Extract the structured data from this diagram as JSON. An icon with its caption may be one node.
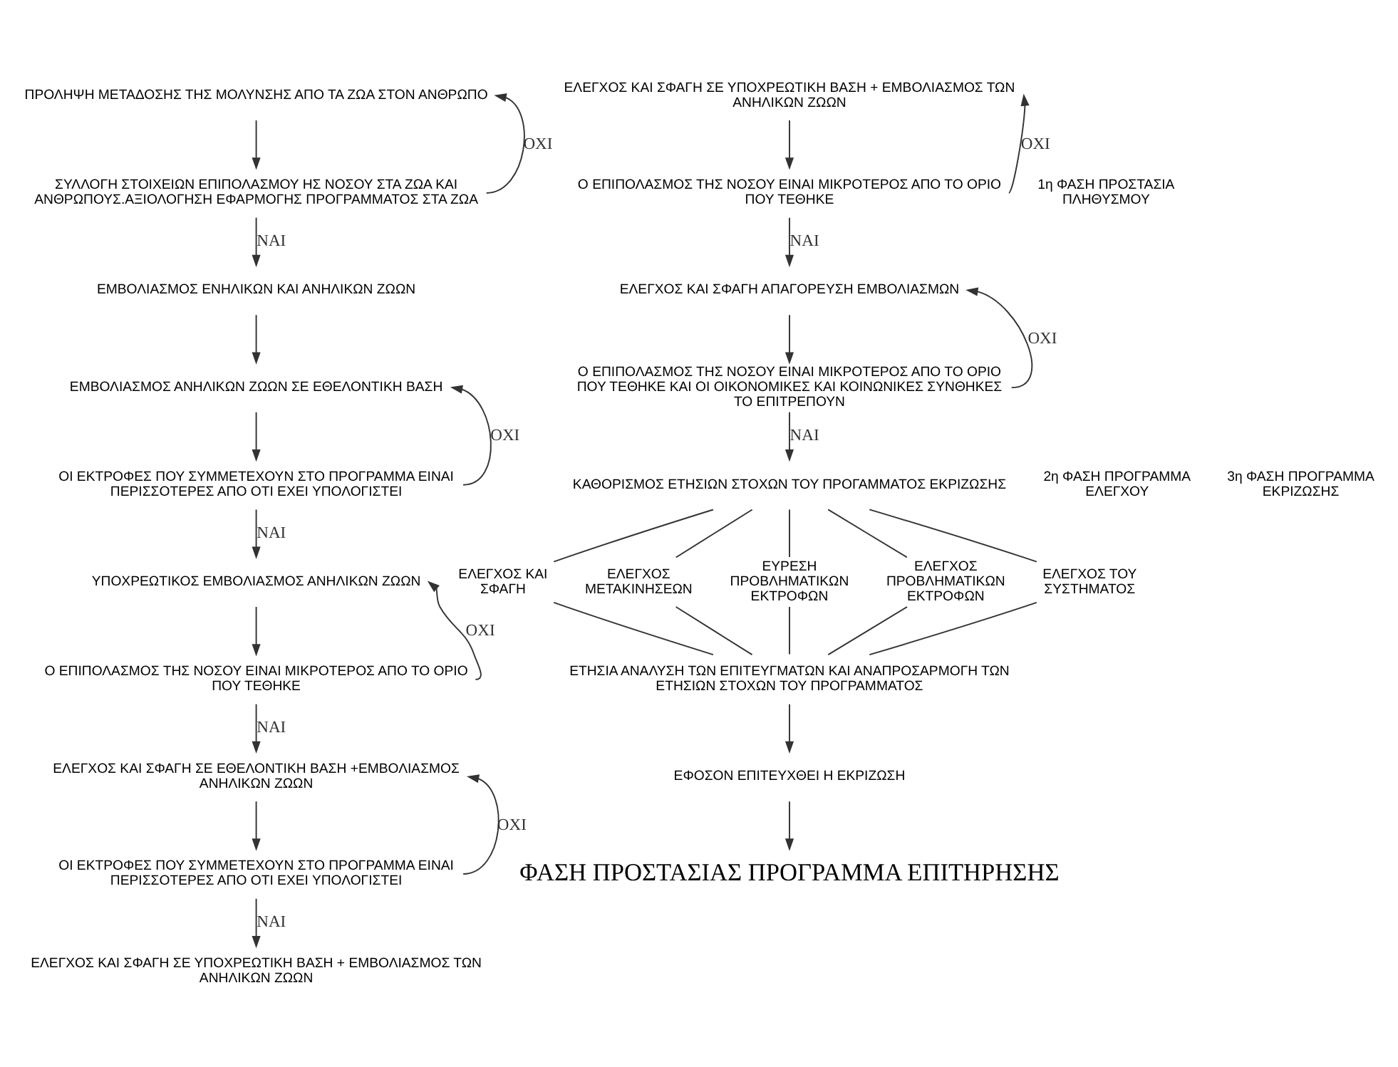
{
  "diagram": {
    "nodes": [
      {
        "text": [
          "ΠΡΟΛΗΨΗ ΜΕΤΑΔΟΣΗΣ ΤΗΣ ΜΟΛΥΝΣΗΣ ΑΠΟ ΤΑ ΖΩΑ ΣΤΟΝ ΑΝΘΡΩΠΟ"
        ]
      },
      {
        "text": [
          "ΣΥΛΛΟΓΗ ΣΤΟΙΧΕΙΩΝ ΕΠΙΠΟΛΑΣΜΟΥ ΗΣ ΝΟΣΟΥ ΣΤΑ ΖΩΑ ΚΑΙ ΑΝΘΡΩΠΟΥΣ.ΑΞΙΟΛΟΓΗΣΗ ΕΦΑΡΜΟΓΗΣ ΠΡΟΓΡΑΜΜΑΤΟΣ ΣΤΑ ΖΩΑ"
        ]
      },
      {
        "text": [
          "ΕΜΒΟΛΙΑΣΜΟΣ ΕΝΗΛΙΚΩΝ ΚΑΙ ΑΝΗΛΙΚΩΝ ΖΩΩΝ"
        ]
      },
      {
        "text": [
          "ΕΜΒΟΛΙΑΣΜΟΣ ΑΝΗΛΙΚΩΝ ΖΩΩΝ ΣΕ ΕΘΕΛΟΝΤΙΚΗ ΒΑΣΗ"
        ]
      },
      {
        "text": [
          "ΟΙ ΕΚΤΡΟΦΕΣ ΠΟΥ ΣΥΜΜΕΤΕΧΟΥΝ ΣΤΟ ΠΡΟΓΡΑΜΜΑ ΕΙΝΑΙ ΠΕΡΙΣΣΟΤΕΡΕΣ ΑΠΟ ΟΤΙ ΕΧΕΙ ΥΠΟΛΟΓΙΣΤΕΙ"
        ]
      },
      {
        "text": [
          "ΥΠΟΧΡΕΩΤΙΚΟΣ ΕΜΒΟΛΙΑΣΜΟΣ ΑΝΗΛΙΚΩΝ ΖΩΩΝ"
        ]
      },
      {
        "text": [
          "Ο ΕΠΙΠΟΛΑΣΜΟΣ ΤΗΣ ΝΟΣΟΥ ΕΙΝΑΙ ΜΙΚΡΟΤΕΡΟΣ ΑΠΟ ΤΟ ΟΡΙΟ ΠΟΥ ΤΕΘΗΚΕ"
        ]
      },
      {
        "text": [
          "ΕΛΕΓΧΟΣ ΚΑΙ ΣΦΑΓΗ ΣΕ ΕΘΕΛΟΝΤΙΚΗ ΒΑΣΗ +ΕΜΒΟΛΙΑΣΜΟΣ ΑΝΗΛΙΚΩΝ ΖΩΩΝ"
        ]
      },
      {
        "text": [
          "ΟΙ ΕΚΤΡΟΦΕΣ ΠΟΥ ΣΥΜΜΕΤΕΧΟΥΝ ΣΤΟ ΠΡΟΓΡΑΜΜΑ ΕΙΝΑΙ ΠΕΡΙΣΣΟΤΕΡΕΣ ΑΠΟ ΟΤΙ ΕΧΕΙ ΥΠΟΛΟΓΙΣΤΕΙ"
        ]
      },
      {
        "text": [
          "ΕΛΕΓΧΟΣ ΚΑΙ ΣΦΑΓΗ ΣΕ ΥΠΟΧΡΕΩΤΙΚΗ ΒΑΣΗ + ΕΜΒΟΛΙΑΣΜΟΣ ΤΩΝ ΑΝΗΛΙΚΩΝ ΖΩΩΝ"
        ]
      },
      {
        "text": [
          "ΕΛΕΓΧΟΣ ΚΑΙ ΣΦΑΓΗ ΣΕ ΥΠΟΧΡΕΩΤΙΚΗ ΒΑΣΗ + ΕΜΒΟΛΙΑΣΜΟΣ ΤΩΝ ΑΝΗΛΙΚΩΝ ΖΩΩΝ"
        ]
      },
      {
        "text": [
          "Ο ΕΠΙΠΟΛΑΣΜΟΣ ΤΗΣ ΝΟΣΟΥ ΕΙΝΑΙ ΜΙΚΡΟΤΕΡΟΣ ΑΠΟ ΤΟ ΟΡΙΟ ΠΟΥ ΤΕΘΗΚΕ"
        ]
      },
      {
        "text": [
          "ΕΛΕΓΧΟΣ ΚΑΙ ΣΦΑΓΗ ΑΠΑΓΟΡΕΥΣΗ ΕΜΒΟΛΙΑΣΜΩΝ"
        ]
      },
      {
        "text": [
          "Ο ΕΠΙΠΟΛΑΣΜΟΣ ΤΗΣ ΝΟΣΟΥ ΕΙΝΑΙ ΜΙΚΡΟΤΕΡΟΣ ΑΠΟ ΤΟ ΟΡΙΟ ΠΟΥ ΤΕΘΗΚΕ ΚΑΙ ΟΙ ΟΙΚΟΝΟΜΙΚΕΣ ΚΑΙ ΚΟΙΝΩΝΙΚΕΣ ΣΥΝΘΗΚΕΣ ΤΟ ΕΠΙΤΡΕΠΟΥΝ"
        ]
      },
      {
        "text": [
          "ΚΑΘΟΡΙΣΜΟΣ ΕΤΗΣΙΩΝ ΣΤΟΧΩΝ ΤΟΥ ΠΡΟΓΑΜΜΑΤΟΣ ΕΚΡΙΖΩΣΗΣ"
        ]
      },
      {
        "text": [
          "ΕΛΕΓΧΟΣ ΚΑΙ ΣΦΑΓΗ"
        ]
      },
      {
        "text": [
          "ΕΛΕΓΧΟΣ ΜΕΤΑΚΙΝΗΣΕΩΝ"
        ]
      },
      {
        "text": [
          "ΕΥΡΕΣΗ ΠΡΟΒΛΗΜΑΤΙΚΩΝ ΕΚΤΡΟΦΩΝ"
        ]
      },
      {
        "text": [
          "ΕΛΕΓΧΟΣ ΠΡΟΒΛΗΜΑΤΙΚΩΝ ΕΚΤΡΟΦΩΝ"
        ]
      },
      {
        "text": [
          "ΕΛΕΓΧΟΣ ΤΟΥ ΣΥΣΤΗΜΑΤΟΣ"
        ]
      },
      {
        "text": [
          "ΕΤΗΣΙΑ ΑΝΑΛΥΣΗ ΤΩΝ ΕΠΙΤΕΥΓΜΑΤΩΝ ΚΑΙ ΑΝΑΠΡΟΣΑΡΜΟΓΗ ΤΩΝ ΕΤΗΣΙΩΝ ΣΤΟΧΩΝ ΤΟΥ ΠΡΟΓΡΑΜΜΑΤΟΣ"
        ]
      },
      {
        "text": [
          "ΕΦΟΣΟΝ ΕΠΙΤΕΥΧΘΕΙ Η ΕΚΡΙΖΩΣΗ"
        ]
      },
      {
        "text": [
          "ΦΑΣΗ ΠΡΟΣΤΑΣΙΑΣ ΠΡΟΓΡΑΜΜΑ ΕΠΙΤΗΡΗΣΗΣ"
        ]
      }
    ],
    "edges": [
      {
        "from": 0,
        "to": 1,
        "arrow": "to"
      },
      {
        "from": 1,
        "to": 2,
        "arrow": "to",
        "label": "ΝΑΙ"
      },
      {
        "from": 1,
        "to": 0,
        "arrow": "to",
        "label": "ΟΧΙ"
      },
      {
        "from": 2,
        "to": 3,
        "arrow": "to"
      },
      {
        "from": 3,
        "to": 4,
        "arrow": "to"
      },
      {
        "from": 4,
        "to": 5,
        "arrow": "to",
        "label": "ΝΑΙ"
      },
      {
        "from": 4,
        "to": 3,
        "arrow": "to",
        "label": "ΟΧΙ"
      },
      {
        "from": 5,
        "to": 6,
        "arrow": "to"
      },
      {
        "from": 6,
        "to": 7,
        "arrow": "to",
        "label": "ΝΑΙ"
      },
      {
        "from": 6,
        "to": 5,
        "arrow": "to",
        "label": "ΟΧΙ"
      },
      {
        "from": 7,
        "to": 8,
        "arrow": "to"
      },
      {
        "from": 8,
        "to": 9,
        "arrow": "to",
        "label": "ΝΑΙ"
      },
      {
        "from": 8,
        "to": 7,
        "arrow": "to",
        "label": "ΟΧΙ"
      },
      {
        "from": 10,
        "to": 11,
        "arrow": "to"
      },
      {
        "from": 11,
        "to": 12,
        "arrow": "to",
        "label": "ΝΑΙ"
      },
      {
        "from": 11,
        "to": 10,
        "arrow": "to",
        "label": "ΟΧΙ"
      },
      {
        "from": 12,
        "to": 13,
        "arrow": "to"
      },
      {
        "from": 13,
        "to": 14,
        "arrow": "to",
        "label": "ΝΑΙ"
      },
      {
        "from": 13,
        "to": 12,
        "arrow": "to",
        "label": "ΟΧΙ"
      },
      {
        "from": 14,
        "to": 15,
        "arrow": "none"
      },
      {
        "from": 14,
        "to": 16,
        "arrow": "none"
      },
      {
        "from": 14,
        "to": 17,
        "arrow": "none"
      },
      {
        "from": 14,
        "to": 18,
        "arrow": "none"
      },
      {
        "from": 14,
        "to": 19,
        "arrow": "none"
      },
      {
        "from": 15,
        "to": 20,
        "arrow": "none"
      },
      {
        "from": 16,
        "to": 20,
        "arrow": "none"
      },
      {
        "from": 17,
        "to": 20,
        "arrow": "none"
      },
      {
        "from": 18,
        "to": 20,
        "arrow": "none"
      },
      {
        "from": 19,
        "to": 20,
        "arrow": "none"
      },
      {
        "from": 20,
        "to": 21,
        "arrow": "to"
      },
      {
        "from": 21,
        "to": 22,
        "arrow": "to"
      }
    ],
    "labels": [
      "1η ΦΑΣΗ ΠΡΟΣΤΑΣΙΑ ΠΛΗΘΥΣΜΟΥ",
      "2η ΦΑΣΗ ΠΡΟΓΡΑΜΜΑ ΕΛΕΓΧΟΥ",
      "3η ΦΑΣΗ ΠΡΟΓΡΑΜΜΑ ΕΚΡΙΖΩΣΗΣ"
    ]
  }
}
